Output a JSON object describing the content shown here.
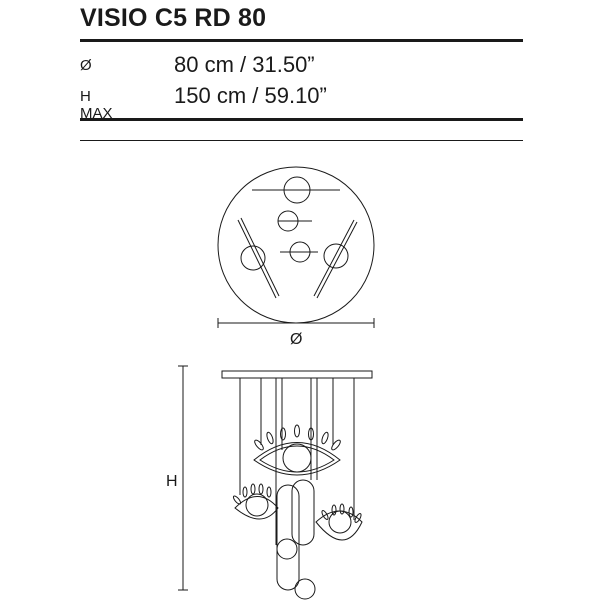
{
  "title": "VISIO C5 RD 80",
  "specs": [
    {
      "label": "Ø",
      "value": "80 cm / 31.50”"
    },
    {
      "label": "H MAX",
      "value": "150 cm / 59.10”"
    }
  ],
  "drawing": {
    "diameter_label": "Ø",
    "height_label": "H"
  }
}
